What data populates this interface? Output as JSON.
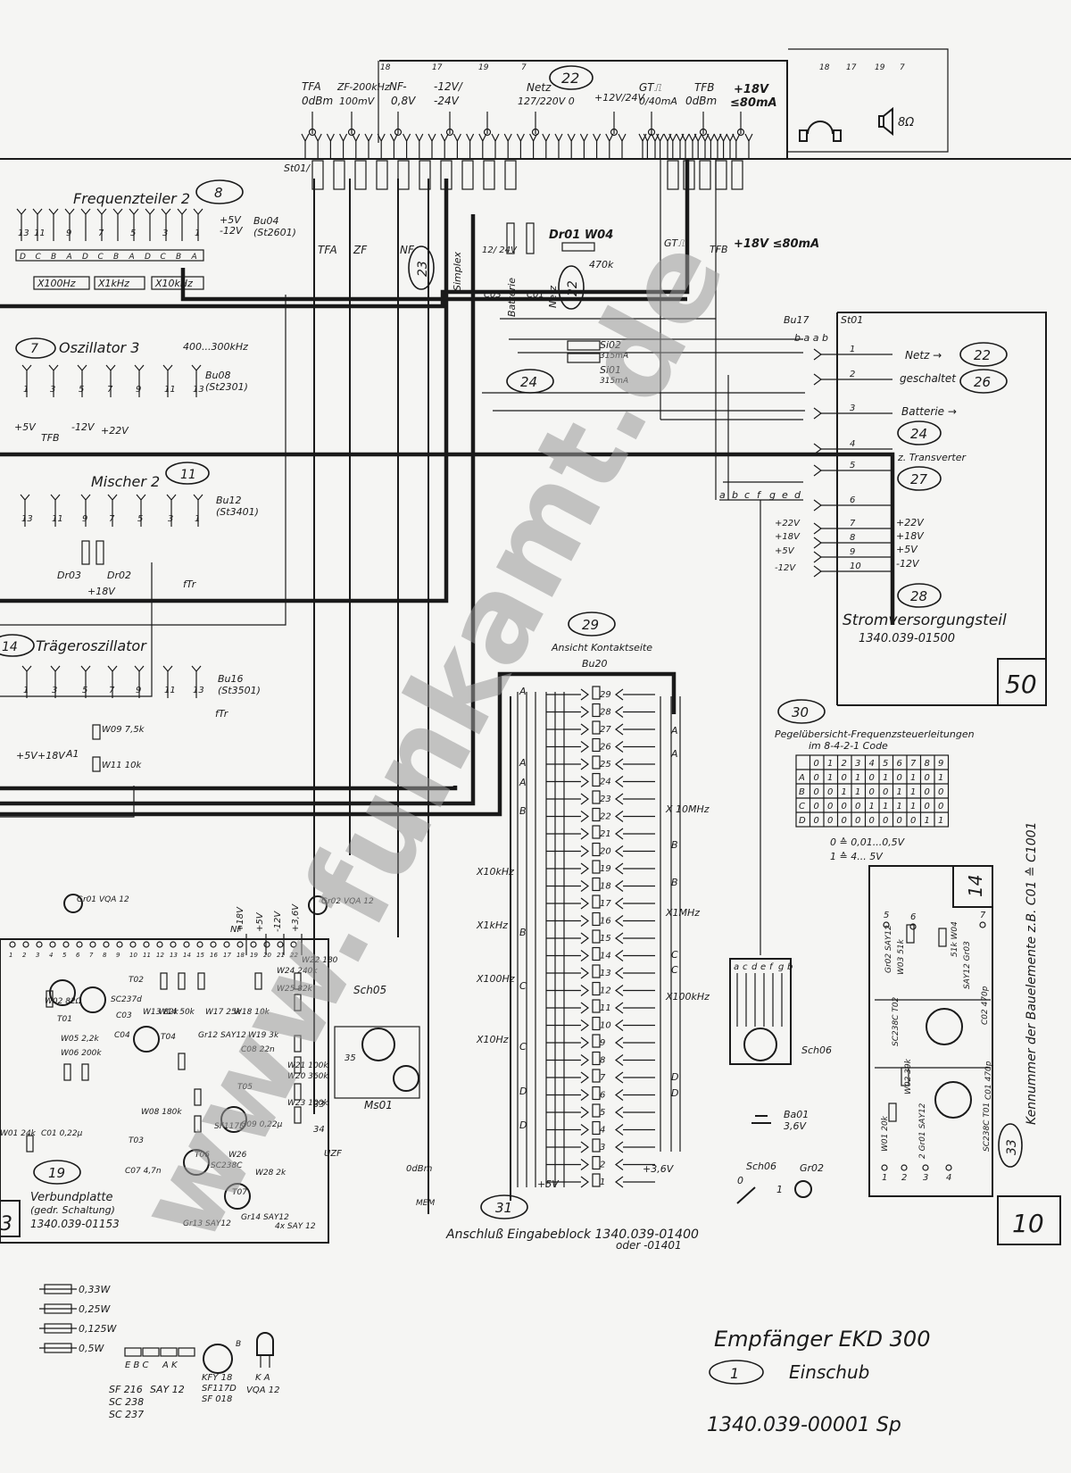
{
  "header": {
    "jacks": [
      {
        "name": "TF_A",
        "text": "TFA",
        "sub": "0dBm"
      },
      {
        "name": "ZF",
        "text": "ZF-200kHz",
        "sub": "100mV"
      },
      {
        "name": "NF",
        "text": "NF-",
        "sub": "0,8V"
      },
      {
        "name": "supply",
        "text": "-12V/",
        "sub": "-24V"
      },
      {
        "name": "netz",
        "text": "Netz",
        "sub": "127/220V 0"
      },
      {
        "name": "dc",
        "text": "+12V/24V",
        "sub": ""
      },
      {
        "name": "GT",
        "text": "GT⎍",
        "sub": "0/40mA"
      },
      {
        "name": "TF_B",
        "text": "TFB",
        "sub": "0dBm"
      },
      {
        "name": "plus18",
        "text": "+18V",
        "sub": "≤80mA"
      }
    ],
    "ref_circle": "22",
    "speaker": "8Ω",
    "pin_nums": [
      "18",
      "17",
      "19",
      "7",
      "18",
      "17",
      "19",
      "7"
    ],
    "st01": "St01/"
  },
  "modules": {
    "freq": {
      "title": "Frequenzteiler 2",
      "num": "8",
      "bu": "Bu04",
      "st": "(St2601)",
      "v1": "+5V",
      "v2": "-12V",
      "taps": [
        "X100Hz",
        "X1kHz",
        "X10kHz"
      ]
    },
    "osc": {
      "title": "Oszillator 3",
      "num": "7",
      "bu": "Bu08",
      "st": "(St2301)",
      "range": "400...300kHz",
      "v": [
        "+5V",
        "-12V",
        "+22V"
      ]
    },
    "mix": {
      "title": "Mischer 2",
      "num": "11",
      "bu": "Bu12",
      "st": "(St3401)",
      "dr": [
        "Dr03",
        "Dr02"
      ],
      "v": "+18V",
      "tfb": "TFB",
      "ftr": "fTr"
    },
    "carrier": {
      "title": "Trägeroszillator",
      "num": "14",
      "bu": "Bu16",
      "st": "(St3501)",
      "parts": [
        "W09 7,5k",
        "W11 10k"
      ],
      "a1": "A1",
      "v": [
        "+5V",
        "+18V"
      ],
      "ftr": "fTr"
    }
  },
  "center": {
    "labels": [
      "TFA",
      "ZF",
      "NF",
      "Simplex",
      "Batterie",
      "Netz",
      "GT⎍",
      "TFB"
    ],
    "tfb_rating": "+18V ≤80mA",
    "dr01": "Dr01  W04",
    "r470": "470k",
    "caps": [
      "C03",
      "C01"
    ],
    "v1224": "12/ 24V",
    "circles": [
      "23",
      "22"
    ],
    "fuses": [
      {
        "name": "Si02",
        "rating": "315mA"
      },
      {
        "name": "Si01",
        "rating": "315mA"
      }
    ],
    "ref24": "24"
  },
  "power": {
    "bu": "Bu17",
    "st": "St01",
    "cols": "b a a b",
    "rows": [
      {
        "pin": "1",
        "label": "Netz →",
        "ref": "22"
      },
      {
        "pin": "2",
        "label": "geschaltet",
        "ref": "26"
      },
      {
        "pin": "3",
        "label": "Batterie →",
        "ref": "24"
      },
      {
        "pin": "4",
        "label": "z. Transverter",
        "ref": "27"
      }
    ],
    "rails_left": [
      "+22V",
      "+18V",
      "+5V",
      "-12V"
    ],
    "rails_right": [
      "+22V",
      "+18V",
      "+5V",
      "-12V"
    ],
    "bus_letters": [
      "a",
      "b",
      "c",
      "f",
      "g",
      "e",
      "d"
    ],
    "num": "28",
    "title": "Stromversorgungsteil",
    "part": "1340.039-01500",
    "box_num": "50"
  },
  "connector": {
    "num": "29",
    "title": "Ansicht Kontaktseite",
    "bu": "Bu20",
    "pins": [
      "29",
      "28",
      "27",
      "26",
      "25",
      "24",
      "23",
      "22",
      "21",
      "20",
      "19",
      "18",
      "17",
      "16",
      "15",
      "14",
      "13",
      "12",
      "11",
      "10",
      "9",
      "8",
      "7",
      "6",
      "5",
      "4",
      "3",
      "2",
      "1"
    ],
    "left_labels": [
      "A",
      "A",
      "A",
      "B",
      "X10kHz",
      "X1kHz",
      "B",
      "X100Hz",
      "C",
      "X10Hz",
      "C",
      "D",
      "D"
    ],
    "right_labels": [
      "A",
      "A",
      "X 10MHz",
      "B",
      "B",
      "X1MHz",
      "C",
      "C",
      "X100kHz",
      "D",
      "D"
    ],
    "v36": "+3,6V",
    "v5": "+5V",
    "num31": "31",
    "caption1": "Anschluß Eingabeblock 1340.039-01400",
    "caption2": "oder      -01401"
  },
  "table": {
    "num": "30",
    "title1": "Pegelübersicht-Frequenzsteuerleitungen",
    "title2": "im 8-4-2-1 Code",
    "cols": [
      "0",
      "1",
      "2",
      "3",
      "4",
      "5",
      "6",
      "7",
      "8",
      "9"
    ],
    "rows": [
      {
        "k": "A",
        "v": [
          "0",
          "1",
          "0",
          "1",
          "0",
          "1",
          "0",
          "1",
          "0",
          "1"
        ]
      },
      {
        "k": "B",
        "v": [
          "0",
          "0",
          "1",
          "1",
          "0",
          "0",
          "1",
          "1",
          "0",
          "0"
        ]
      },
      {
        "k": "C",
        "v": [
          "0",
          "0",
          "0",
          "0",
          "1",
          "1",
          "1",
          "1",
          "0",
          "0"
        ]
      },
      {
        "k": "D",
        "v": [
          "0",
          "0",
          "0",
          "0",
          "0",
          "0",
          "0",
          "0",
          "1",
          "1"
        ]
      }
    ],
    "legend1": "0 ≙  0,01...0,5V",
    "legend2": "1 ≙     4...  5V"
  },
  "board": {
    "num": "19",
    "title": "Verbundplatte",
    "sub": "(gedr. Schaltung)",
    "part": "1340.039-01153",
    "parts": [
      "T01",
      "T02",
      "T03",
      "T04",
      "T05",
      "T06",
      "T07",
      "Gr01 VQA 12",
      "Gr02 VQA 12",
      "Gr12 SAY12",
      "Gr13 SAY12",
      "Gr14 SAY12",
      "W01 24k",
      "W02 82Ω",
      "W05 2,2k",
      "W06 200k",
      "W08 180k",
      "W13 82k",
      "W14 50k",
      "W17 25k",
      "W18 10k",
      "W19 3k",
      "W20 360k",
      "W21 100k",
      "W22 180",
      "W23 100k",
      "W24 240k",
      "W25 82k",
      "W26",
      "W28 2k",
      "C01 0,22µ",
      "C03",
      "C04",
      "C07 4,7n",
      "C08 22n",
      "C09 0,22µ",
      "SC237d",
      "SF117D",
      "SC238C"
    ],
    "sch05": "Sch05",
    "ms01": "Ms01",
    "rails": [
      "+18V",
      "+5V",
      "-12V",
      "+3,6V",
      "NF"
    ],
    "uzf": "UZF",
    "odbm": "0dBm",
    "mem": "MEM",
    "diodes": "4x SAY 12",
    "num3": "3",
    "box_pin": "34",
    "pin33": "33",
    "pin35": "35"
  },
  "switch": {
    "cols": [
      "a",
      "c",
      "d",
      "e",
      "f",
      "g",
      "b"
    ],
    "name": "Sch06",
    "batt": "Ba01",
    "batt_v": "3,6V",
    "sch06b": "Sch06",
    "gr02": "Gr02",
    "pos": [
      "0",
      "1"
    ]
  },
  "transverter": {
    "box_num": "14",
    "pins": [
      "5",
      "6",
      "1",
      "2",
      "3",
      "4",
      "7"
    ],
    "parts": [
      "Gr02 SAY12",
      "W03 51k",
      "51k W04",
      "SAY12 Gr03",
      "SC238C T02",
      "C02 470p",
      "W02 39k",
      "C01 470p",
      "W01 20k",
      "2 Gr01 SAY12",
      "SC238C T01"
    ],
    "num": "33",
    "note": "Kennummer der Bauelemente z.B. C01 ≙ C1001",
    "box_num2": "10"
  },
  "legend": {
    "resistors": [
      "0,33W",
      "0,25W",
      "0,125W",
      "0,5W"
    ],
    "pins_sym": [
      "E B C",
      "A K"
    ],
    "types1": [
      "SF 216",
      "SAY 12"
    ],
    "types2": [
      "SC 238",
      "SC 237"
    ],
    "kfy": [
      "KFY 18",
      "SF117D",
      "SF 018"
    ],
    "vqa": "VQA 12",
    "ka": "K A",
    "ebc": "E B C"
  },
  "title": {
    "line1": "Empfänger EKD 300",
    "num": "1",
    "line2": "Einschub",
    "part": "1340.039-00001 Sp"
  },
  "watermark": "www.funkamt.de"
}
